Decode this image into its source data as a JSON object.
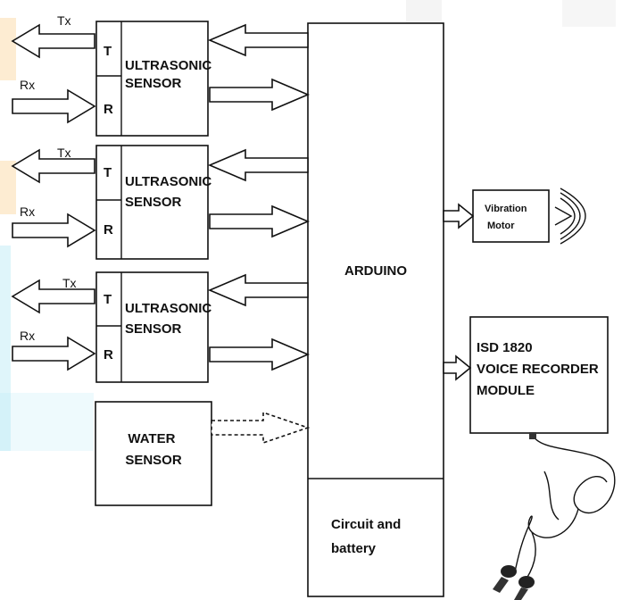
{
  "sensors": [
    {
      "block": "ULTRASONIC\nSENSOR",
      "t": "T",
      "r": "R",
      "tx": "Tx",
      "rx": "Rx"
    },
    {
      "block": "ULTRASONIC\nSENSOR",
      "t": "T",
      "r": "R",
      "tx": "Tx",
      "rx": "Rx"
    },
    {
      "block": "ULTRASONIC\nSENSOR",
      "t": "T",
      "r": "R",
      "tx": "Tx",
      "rx": "Rx"
    }
  ],
  "water_sensor": "WATER\nSENSOR",
  "arduino": "ARDUINO",
  "power": "Circuit and\nbattery",
  "vibration_motor": "Vibration\nMotor",
  "voice_module": "ISD 1820\n VOICE RECORDER\nMODULE",
  "colors": {
    "stroke": "#111111",
    "watermark_orange": "#f7b24a",
    "watermark_cyan": "#6fd3ea"
  },
  "icons": {
    "earphones": "earphones-icon",
    "vibration_waves": "vibration-waves-icon"
  }
}
